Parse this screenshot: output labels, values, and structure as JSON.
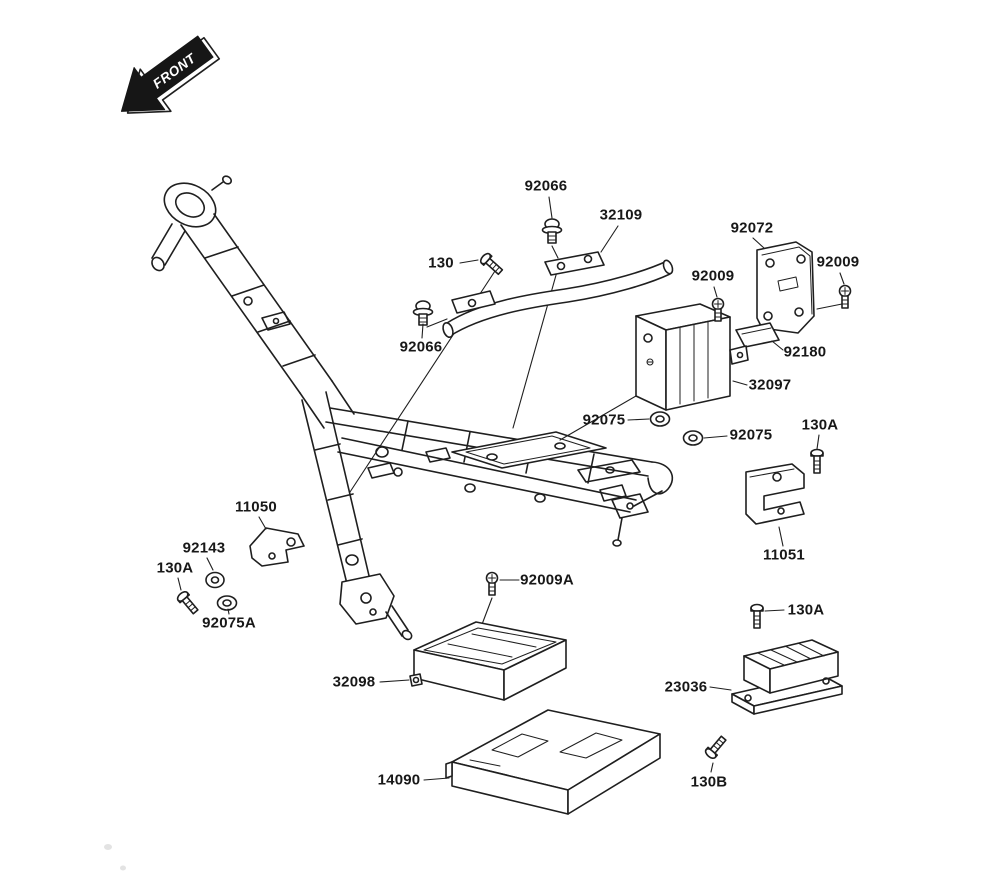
{
  "front_arrow": {
    "label": "FRONT"
  },
  "drawing": {
    "background": "#ffffff",
    "line_color": "#1f1f1f"
  },
  "callouts": [
    {
      "id": "92066-upper",
      "label": "92066"
    },
    {
      "id": "32109",
      "label": "32109"
    },
    {
      "id": "92072",
      "label": "92072"
    },
    {
      "id": "92009-left",
      "label": "92009"
    },
    {
      "id": "92009-right",
      "label": "92009"
    },
    {
      "id": "130",
      "label": "130"
    },
    {
      "id": "92066-lower",
      "label": "92066"
    },
    {
      "id": "92180",
      "label": "92180"
    },
    {
      "id": "32097",
      "label": "32097"
    },
    {
      "id": "92075-left",
      "label": "92075"
    },
    {
      "id": "92075-right",
      "label": "92075"
    },
    {
      "id": "130a-right",
      "label": "130A"
    },
    {
      "id": "11050",
      "label": "11050"
    },
    {
      "id": "92143",
      "label": "92143"
    },
    {
      "id": "130a-left",
      "label": "130A"
    },
    {
      "id": "92075a",
      "label": "92075A"
    },
    {
      "id": "92009a",
      "label": "92009A"
    },
    {
      "id": "11051",
      "label": "11051"
    },
    {
      "id": "130a-bottom",
      "label": "130A"
    },
    {
      "id": "32098",
      "label": "32098"
    },
    {
      "id": "23036",
      "label": "23036"
    },
    {
      "id": "14090",
      "label": "14090"
    },
    {
      "id": "130b",
      "label": "130B"
    }
  ]
}
